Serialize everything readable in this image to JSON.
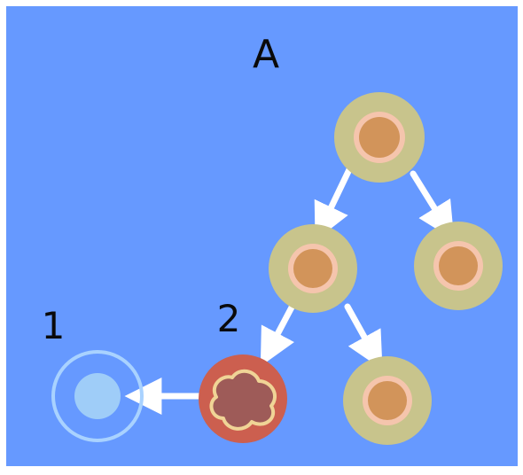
{
  "labels": {
    "panel": "A",
    "marker_1": "1",
    "marker_2": "2"
  },
  "colors": {
    "background": "#6699ff",
    "frame": "#ffffff",
    "cell_outer": "#c8c48c",
    "cell_ring": "#f5c5ad",
    "cell_core": "#d2945a",
    "abnormal_outer": "#cc5f4f",
    "abnormal_ring": "#f0d496",
    "abnormal_core": "#9e5b58",
    "faded_ring": "#a9d2ff",
    "faded_core": "#9fcdf8",
    "arrow": "#ffffff"
  }
}
